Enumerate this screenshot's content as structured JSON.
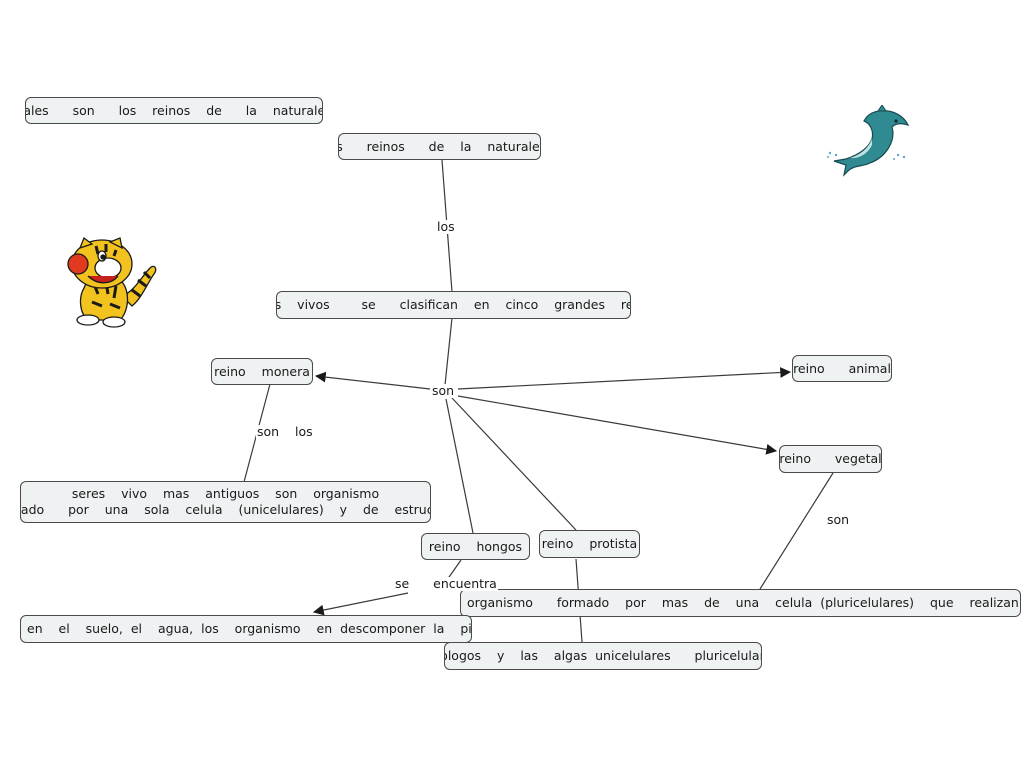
{
  "question": "¿cuales   son   los  reinos  de   la  naturaleza?",
  "nodes": {
    "root": "los   reinos   de  la  naturaleza",
    "seres_vivos": "seres  vivos    se   clasifican  en  cinco  grandes  reinos",
    "monera": "reino  monera",
    "animal": "reino   animal",
    "vegetal": "reino   vegetal",
    "monera_desc": "seres  vivo  mas  antiguos  son  organismo\nformado   por  una  sola  celula  (unicelulares)  y  de  estructura",
    "hongos": "reino  hongos",
    "protista": "reino  protista",
    "pluricelulares": "organismo   formado  por  mas  de  una  celula (pluricelulares)  que  realizan  la   fotoseti",
    "hongos_desc": "en  el  suelo, el  agua, los  organismo  en descomponer la  piel humana",
    "protista_desc": "prologos  y  las  algas unicelulares   pluricelulares"
  },
  "link_labels": {
    "los": "los",
    "son": "son",
    "son_los": "son  los",
    "son_vegetal": "son",
    "se_encuentra": "se   encuentra"
  },
  "clipart": {
    "dolphin": "dolphin-icon",
    "tiger": "tiger-icon"
  },
  "colors": {
    "node_fill": "#eef2f2",
    "node_border": "#4a4a4a",
    "line": "#3a3a3a"
  }
}
